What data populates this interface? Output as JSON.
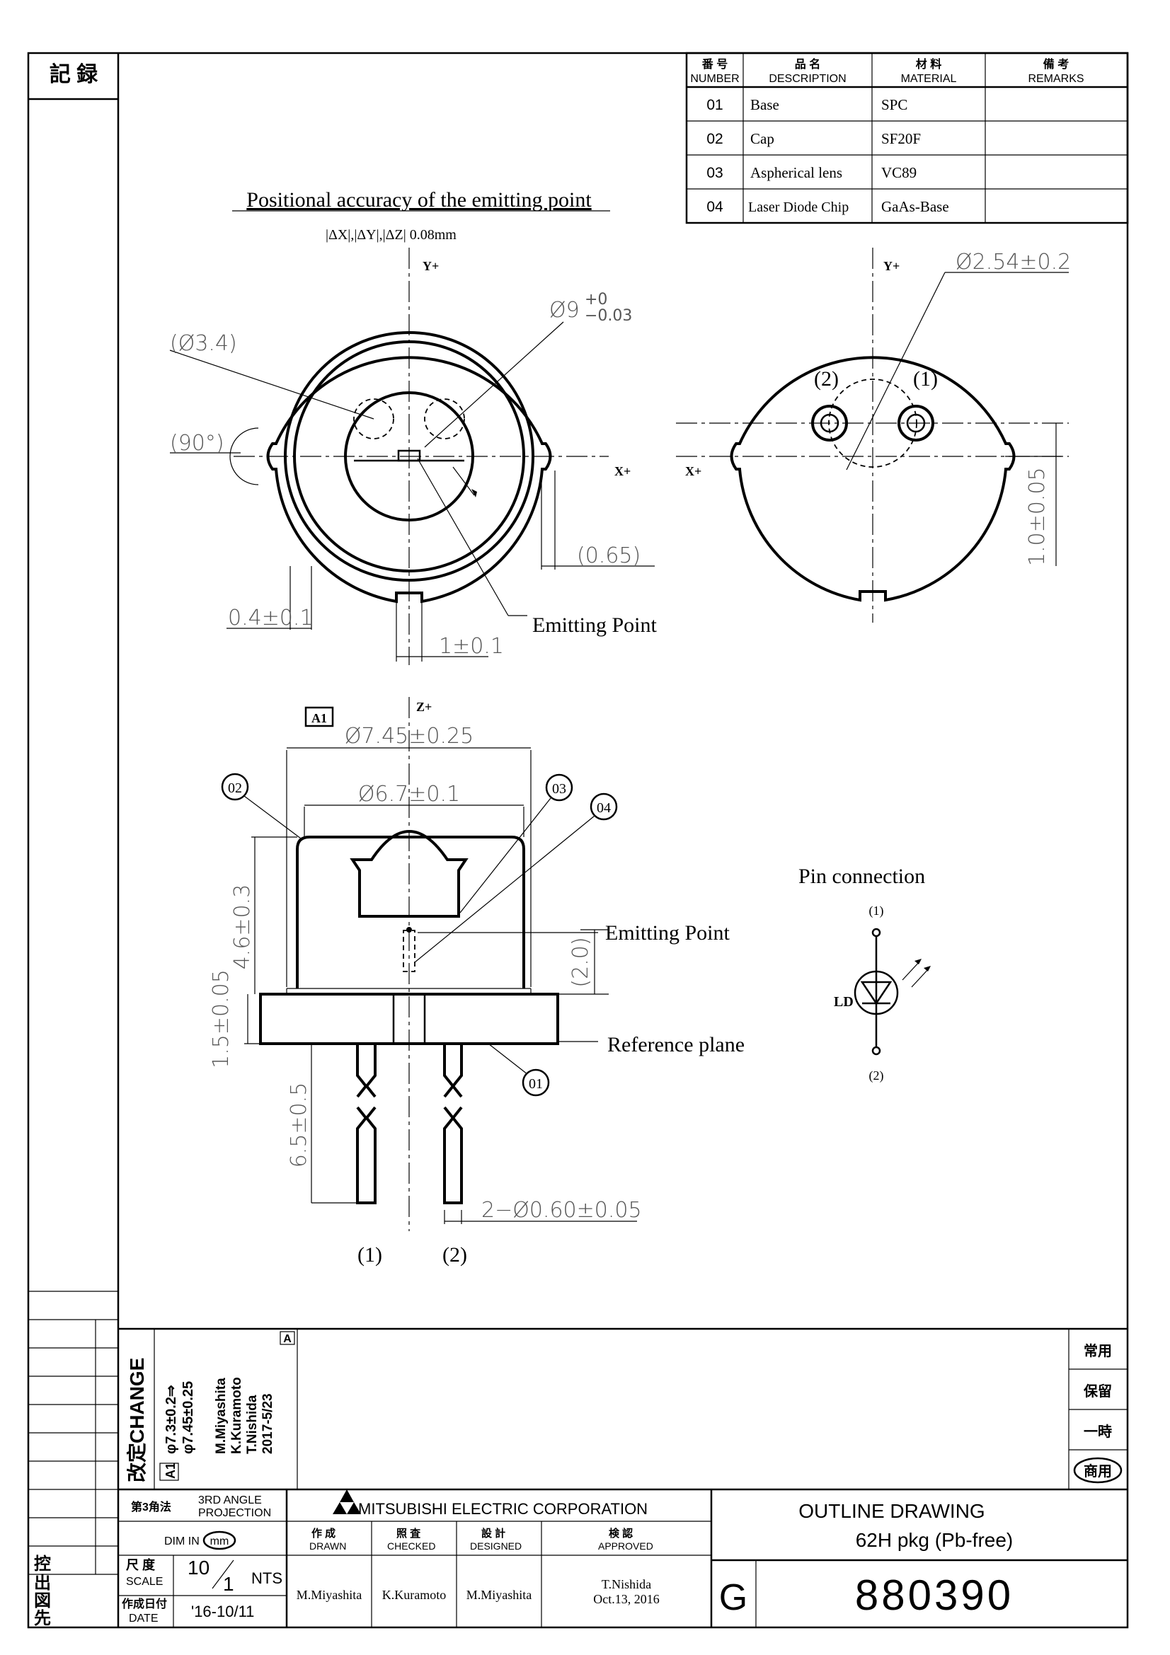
{
  "left_column": {
    "record_label": "記 録",
    "copy_label": "控\n出\n図\n先"
  },
  "parts_table": {
    "headers": [
      {
        "jp": "番 号",
        "en": "NUMBER"
      },
      {
        "jp": "品 名",
        "en": "DESCRIPTION"
      },
      {
        "jp": "材 料",
        "en": "MATERIAL"
      },
      {
        "jp": "備 考",
        "en": "REMARKS"
      }
    ],
    "rows": [
      {
        "number": "01",
        "description": "Base",
        "material": "SPC",
        "remarks": ""
      },
      {
        "number": "02",
        "description": "Cap",
        "material": "SF20F",
        "remarks": ""
      },
      {
        "number": "03",
        "description": "Aspherical lens",
        "material": "VC89",
        "remarks": ""
      },
      {
        "number": "04",
        "description": "Laser Diode Chip",
        "material": "GaAs-Base",
        "remarks": ""
      }
    ]
  },
  "top_view": {
    "title": "Positional accuracy of the emitting point",
    "accuracy": "|ΔX|,|ΔY|,|ΔZ|     0.08mm",
    "axis_y": "Y+",
    "axis_x": "X+",
    "dim_outer": "Ø9",
    "dim_outer_tol_plus": "+0",
    "dim_outer_tol_minus": "−0.03",
    "dim_hole": "(Ø3.4)",
    "dim_angle": "(90°)",
    "dim_offset": "(0.65)",
    "dim_notch_depth": "0.4±0.1",
    "dim_notch_width": "1±0.1",
    "emitting_point": "Emitting Point"
  },
  "bottom_view": {
    "axis_y": "Y+",
    "axis_x": "X+",
    "dim_pin_circle": "Ø2.54±0.2",
    "dim_offset": "1.0±0.05",
    "pin1": "(1)",
    "pin2": "(2)"
  },
  "side_view": {
    "revision_tag": "A1",
    "axis_z": "Z+",
    "dim_base_dia": "Ø7.45±0.25",
    "dim_cap_dia": "Ø6.7±0.1",
    "dim_cap_height": "4.6±0.3",
    "dim_emit_height": "(2.0)",
    "dim_base_thickness": "1.5±0.05",
    "dim_lead_length": "6.5±0.5",
    "dim_lead_dia": "2−Ø0.60±0.05",
    "balloon_02": "02",
    "balloon_03": "03",
    "balloon_04": "04",
    "balloon_01": "01",
    "emitting_point": "Emitting Point",
    "reference_plane": "Reference plane",
    "lead1": "(1)",
    "lead2": "(2)"
  },
  "pin_connection": {
    "title": "Pin connection",
    "pin1": "(1)",
    "pin2": "(2)",
    "ld": "LD"
  },
  "change_block": {
    "label_jp": "改定",
    "label_en": "CHANGE",
    "tag": "A1",
    "desc_line1": "φ7.3±0.2⇒",
    "desc_line2": "φ7.45±0.25",
    "names_line1": "M.Miyashita",
    "names_line2": "K.Kuramoto",
    "names_line3": "T.Nishida",
    "date": "2017-5/23",
    "letter": "A"
  },
  "usage_marks": [
    "常用",
    "保留",
    "一時",
    "商用"
  ],
  "title_block": {
    "projection_jp": "第3角法",
    "projection_en": "3RD ANGLE\nPROJECTION",
    "dim_unit": "DIM IN",
    "dim_unit_value": "mm",
    "scale_jp": "尺 度",
    "scale_en": "SCALE",
    "scale_num": "10",
    "scale_den": "1",
    "scale_nts": "NTS",
    "date_jp": "作成日付",
    "date_en": "DATE",
    "date_value": "'16-10/11",
    "company": "MITSUBISHI ELECTRIC CORPORATION",
    "roles": [
      {
        "jp": "作 成",
        "en": "DRAWN",
        "name": "M.Miyashita"
      },
      {
        "jp": "照 査",
        "en": "CHECKED",
        "name": "K.Kuramoto"
      },
      {
        "jp": "設 計",
        "en": "DESIGNED",
        "name": "M.Miyashita"
      },
      {
        "jp": "検 認",
        "en": "APPROVED",
        "name": "T.Nishida\nOct.13, 2016"
      }
    ],
    "drawing_title": "OUTLINE DRAWING",
    "drawing_subtitle": "62H pkg (Pb-free)",
    "size_code": "G",
    "drawing_number": "880390"
  }
}
